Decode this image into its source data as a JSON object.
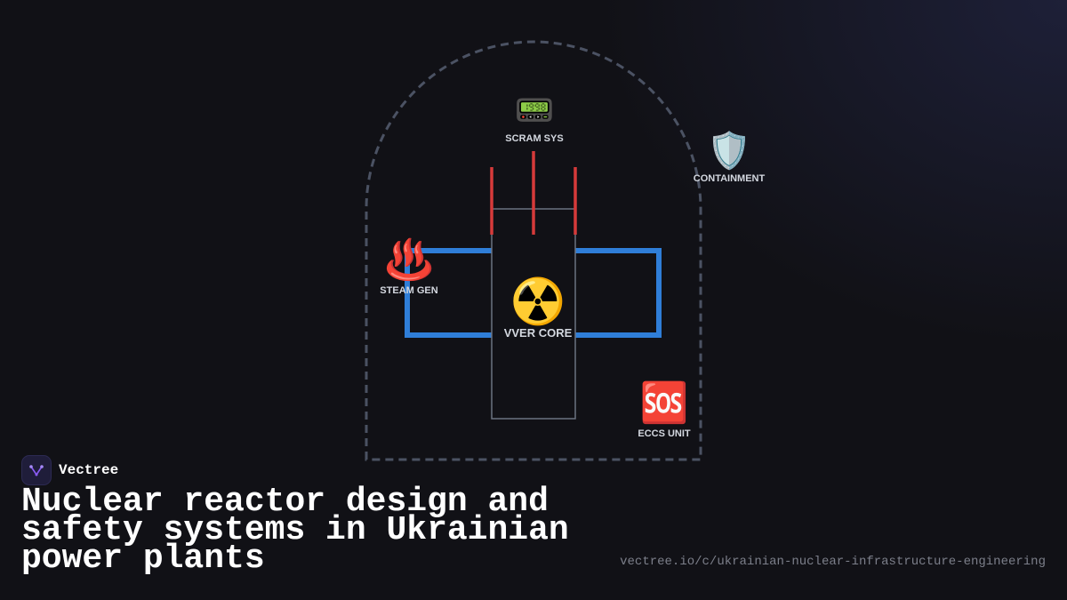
{
  "brand": {
    "name": "Vectree",
    "logo_icon": "vectree-logo-icon",
    "logo_color": "#8b5cf6"
  },
  "title": "Nuclear reactor design and safety systems in Ukrainian power plants",
  "url": "vectree.io/c/ukrainian-nuclear-infrastructure-engineering",
  "diagram": {
    "nodes": {
      "scram": {
        "icon": "📟",
        "label": "SCRAM SYS"
      },
      "containment": {
        "icon": "🛡️",
        "label": "CONTAINMENT"
      },
      "steam_gen": {
        "icon": "♨️",
        "label": "STEAM GEN"
      },
      "core": {
        "icon": "☢️",
        "label": "VVER CORE"
      },
      "eccs": {
        "icon": "🆘",
        "label": "ECCS UNIT"
      }
    },
    "colors": {
      "containment_dash": "#4b5263",
      "coolant_loop": "#2f7ed8",
      "control_rods": "#d63a3a",
      "vessel": "#6b7280"
    }
  }
}
